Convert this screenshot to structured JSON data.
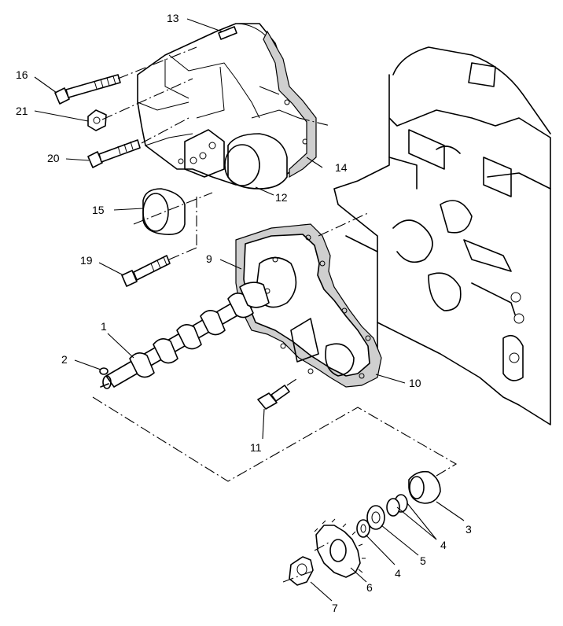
{
  "figure": {
    "accent_color": "#000000",
    "background": "#ffffff"
  },
  "callouts": {
    "c1": "1",
    "c2": "2",
    "c3": "3",
    "c4a": "4",
    "c4b": "4",
    "c5": "5",
    "c6": "6",
    "c7": "7",
    "c9": "9",
    "c10": "10",
    "c11": "11",
    "c12": "12",
    "c13": "13",
    "c14": "14",
    "c15": "15",
    "c16": "16",
    "c19": "19",
    "c20": "20",
    "c21": "21"
  }
}
